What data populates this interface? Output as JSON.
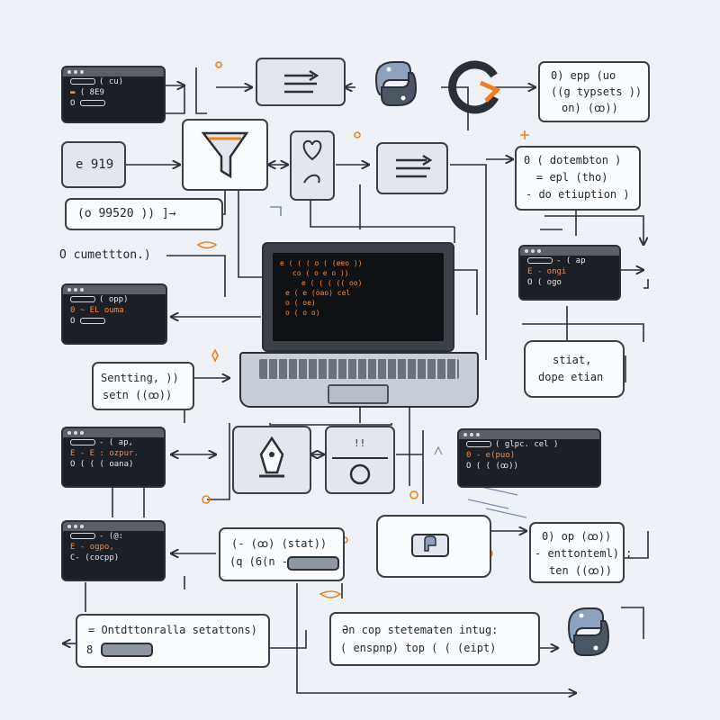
{
  "colors": {
    "accent": "#f0801e",
    "ink": "#2b2f36",
    "panel": "#1c1f25"
  },
  "window_top_left": {
    "line1": "( cu)",
    "line2": "( 8E9",
    "line3": "O"
  },
  "box_filter_left": {
    "text": "e 919"
  },
  "box_number": {
    "text": "(o 99520 )) ]→"
  },
  "label_cumulative": {
    "text": "O cumettton.)"
  },
  "window_mid_left": {
    "line1": "( opp)",
    "line2": "0 ~ EL ouma",
    "line3": "O"
  },
  "box_sentence": {
    "line1": "Sentting, ))",
    "line2": "setn ((ꝏ))"
  },
  "window_low_left_a": {
    "line1": "- ( ap,",
    "line2": "E - E : ozpur.",
    "line3": "O ( ( ( oana)"
  },
  "window_low_left_b": {
    "line1": "- (@:",
    "line2": "E - ogpo,",
    "line3": "C- (cocpp)"
  },
  "box_bottom_left": {
    "line1": "= Ontdttonralla setattons)",
    "line2": "8"
  },
  "box_app": {
    "line1": "0) epp (uo",
    "line2": "((g typsets ))",
    "line3": "on) (ꝏ))"
  },
  "box_distribution": {
    "line1": "0 ( dotembton )",
    "line2": "= epl (tho)",
    "line3": "- do etiuption )"
  },
  "window_right_mid": {
    "line1": "- ( ap",
    "line2": "E - ongi",
    "line3": "O ( ogo"
  },
  "bubble_right": {
    "line1": "stiat,",
    "line2": "dope etian"
  },
  "window_right_low": {
    "line1": "( glpc. cel )",
    "line2": "0 - e(puo)",
    "line3": "O ( ( (ꝏ))"
  },
  "box_right_low": {
    "line1": "0) op (ꝏ))",
    "line2": "- enttonteml) ;",
    "line3": "ten ((ꝏ))"
  },
  "box_center_low": {
    "line1": "(- (ꝏ) (stat))",
    "line2": "(q (6(n -"
  },
  "box_bottom_center": {
    "line1": "Ən cop stetematen intug:",
    "line2": "( enspnp) top ( ( (eipt)"
  },
  "box_button": {
    "label": "!!"
  },
  "laptop_code": {
    "line1": "e ( ( ( o ( (eeo ))",
    "line2": "co ( o e o ))",
    "line3": "e ( ( ( (( oo)",
    "line4": "e ( e (oao) cel",
    "line5": "o ( oe)",
    "line6": "o ( o o)"
  }
}
